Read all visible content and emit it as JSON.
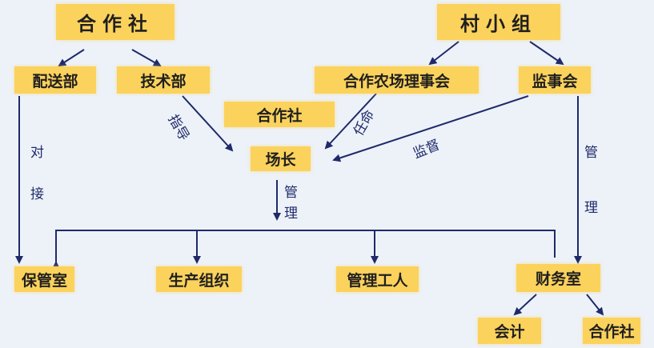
{
  "colors": {
    "box": "#fbd25c",
    "line": "#1f2a6b",
    "background": "#edf2f8"
  },
  "nodes": {
    "coop_top": "合作社",
    "village_group": "村小组",
    "distribution": "配送部",
    "technical": "技术部",
    "farm_board": "合作农场理事会",
    "supervisory_board": "监事会",
    "coop_middle": "合作社",
    "farm_manager": "场长",
    "storage": "保管室",
    "production": "生产组织",
    "workers": "管理工人",
    "finance": "财务室",
    "accountant": "会计",
    "coop_bottom": "合作社"
  },
  "edge_labels": {
    "liaison_1": "对",
    "liaison_2": "接",
    "guidance": "指导",
    "appoint": "任命",
    "supervise": "监督",
    "manage_right_1": "管",
    "manage_right_2": "理",
    "manage_center_1": "管",
    "manage_center_2": "理"
  }
}
